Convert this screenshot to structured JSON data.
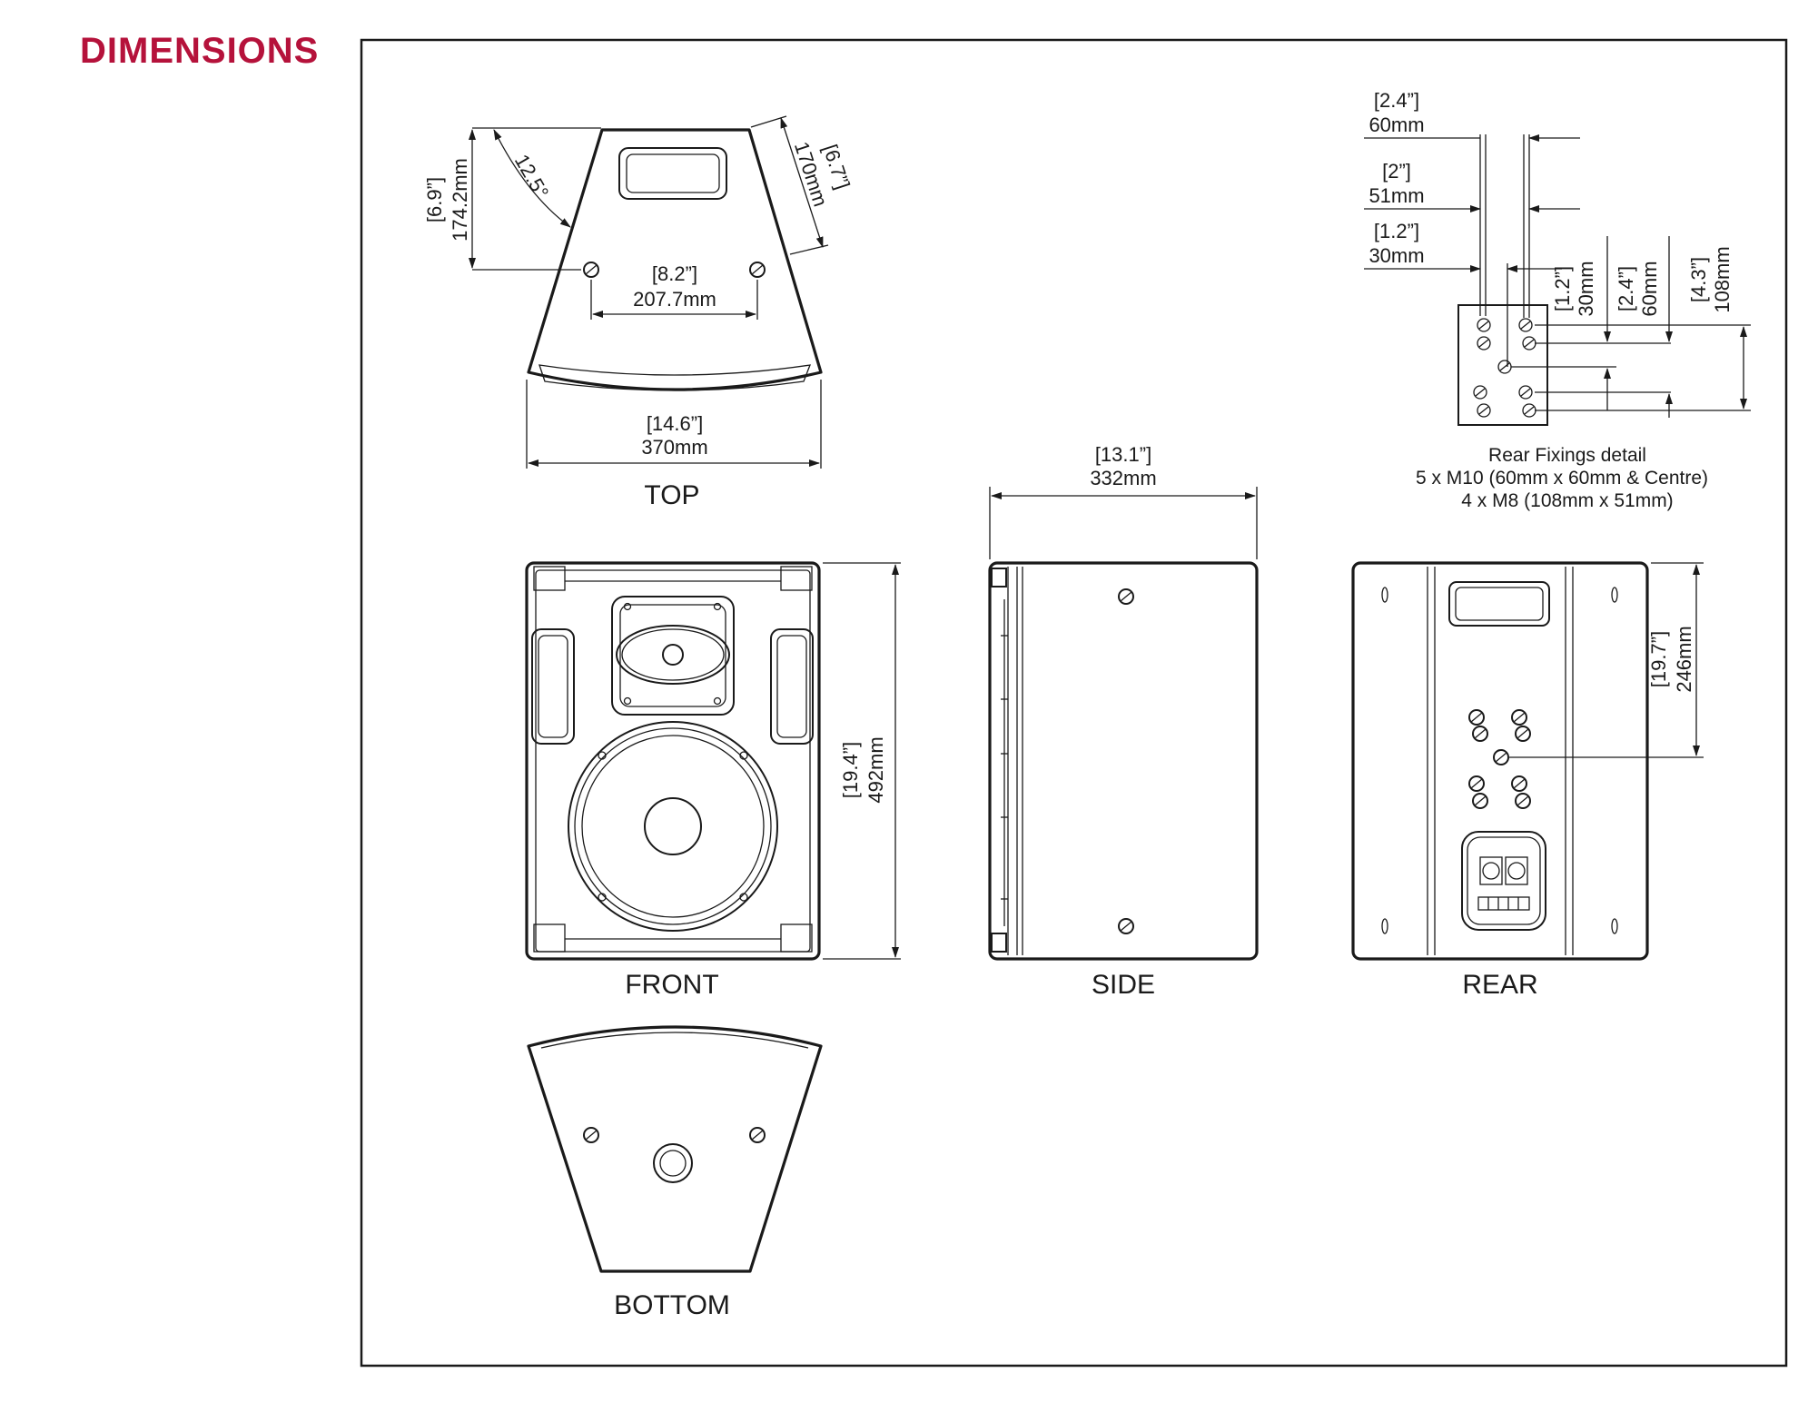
{
  "heading": "DIMENSIONS",
  "colors": {
    "heading": "#b5123b",
    "line": "#1a1a1a"
  },
  "views": {
    "top": "TOP",
    "front": "FRONT",
    "side": "SIDE",
    "rear": "REAR",
    "bottom": "BOTTOM"
  },
  "dimensions": {
    "top_depth_in": "[6.9”]",
    "top_depth_mm": "174.2mm",
    "top_angle": "12.5°",
    "top_side_in": "[6.7”]",
    "top_side_mm": "170mm",
    "top_holes_in": "[8.2”]",
    "top_holes_mm": "207.7mm",
    "top_width_in": "[14.6”]",
    "top_width_mm": "370mm",
    "side_depth_in": "[13.1”]",
    "side_depth_mm": "332mm",
    "front_height_in": "[19.4”]",
    "front_height_mm": "492mm",
    "rear_fix_height_in": "[19.7”]",
    "rear_fix_height_mm": "246mm",
    "detail_w60_in": "[2.4”]",
    "detail_w60_mm": "60mm",
    "detail_w51_in": "[2”]",
    "detail_w51_mm": "51mm",
    "detail_w30_in": "[1.2”]",
    "detail_w30_mm": "30mm",
    "detail_h30_in": "[1.2”]",
    "detail_h30_mm": "30mm",
    "detail_h60_in": "[2.4”]",
    "detail_h60_mm": "60mm",
    "detail_h108_in": "[4.3”]",
    "detail_h108_mm": "108mm"
  },
  "fixings": {
    "title": "Rear Fixings detail",
    "line1": "5 x M10 (60mm x 60mm & Centre)",
    "line2": "4 x M8 (108mm x 51mm)"
  }
}
